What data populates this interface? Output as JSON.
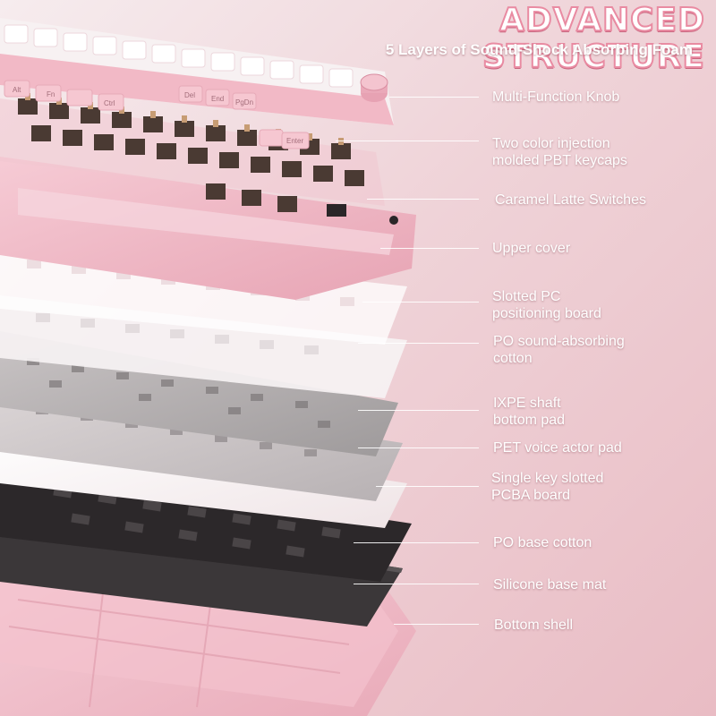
{
  "title": "ADVANCED  STRUCTURE",
  "subtitle": "5 Layers of Sound-Shock Absorbing Foam",
  "keycap_legends": {
    "alt": "Alt",
    "fn": "Fn",
    "ctrl": "Ctrl",
    "del": "Del",
    "end": "End",
    "pgdn": "PgDn",
    "enter": "Enter"
  },
  "layers": [
    {
      "name": "Multi-Function Knob"
    },
    {
      "name": "Two color injection\nmolded PBT keycaps"
    },
    {
      "name": "Caramel Latte Switches"
    },
    {
      "name": "Upper cover"
    },
    {
      "name": "Slotted PC\npositioning board"
    },
    {
      "name": "PO sound-absorbing\ncotton"
    },
    {
      "name": "IXPE shaft\nbottom pad"
    },
    {
      "name": "PET voice actor pad"
    },
    {
      "name": "Single key slotted\nPCBA board"
    },
    {
      "name": "PO base cotton"
    },
    {
      "name": "Silicone base mat"
    },
    {
      "name": "Bottom shell"
    }
  ],
  "colors": {
    "accent": "#e98ba2",
    "keycap_pink": "#f2b9c6",
    "keycap_white": "#f7f1f2",
    "switch_brown": "#4a3a33",
    "switch_stem": "#c79c74",
    "frame_pink": "#f0b9c5",
    "foam_dark": "#2a2628"
  }
}
